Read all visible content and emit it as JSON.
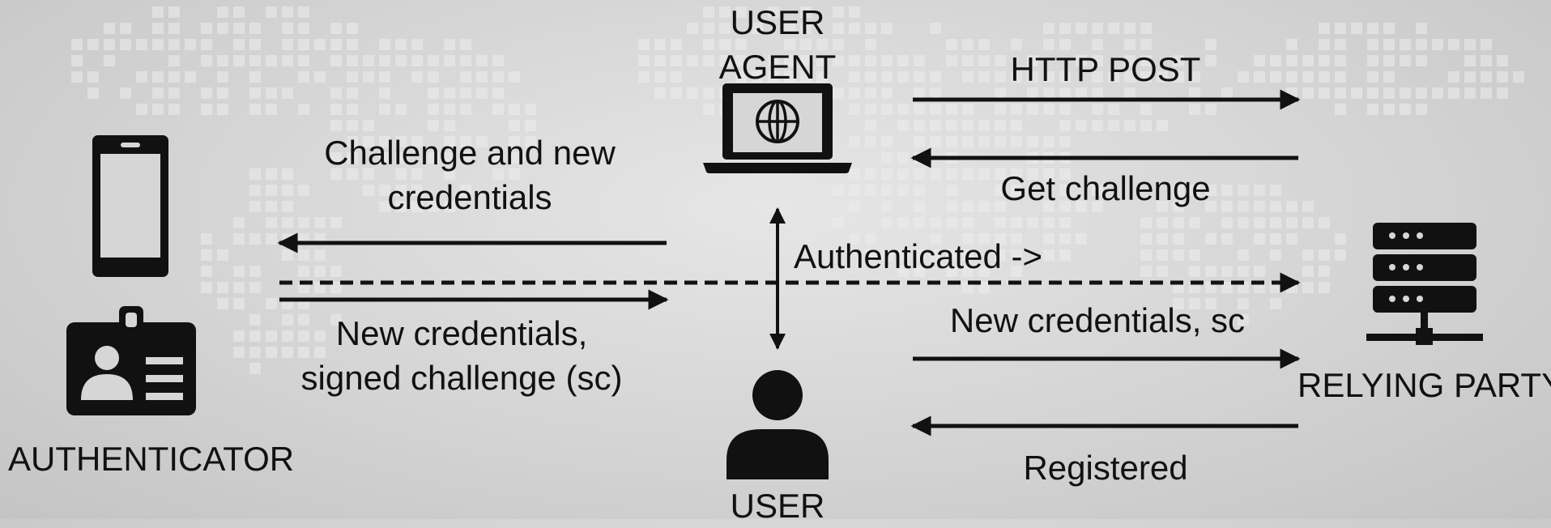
{
  "actors": {
    "authenticator": "AUTHENTICATOR",
    "user_agent_line1": "USER",
    "user_agent_line2": "AGENT",
    "user": "USER",
    "relying_party": "RELYING PARTY"
  },
  "messages": {
    "http_post": "HTTP POST",
    "get_challenge": "Get challenge",
    "challenge_new_line1": "Challenge and new",
    "challenge_new_line2": "credentials",
    "authenticated": "Authenticated ->",
    "new_credentials_sc": "New credentials, sc",
    "new_credentials_line1": "New credentials,",
    "new_credentials_line2": "signed challenge (sc)",
    "registered": "Registered"
  },
  "icons": {
    "authenticator": [
      "smartphone-icon",
      "id-badge-icon"
    ],
    "user_agent": "laptop-globe-icon",
    "user": "person-icon",
    "relying_party": "server-rack-icon"
  },
  "colors": {
    "ink": "#111111",
    "background": "#d4d4d4"
  }
}
